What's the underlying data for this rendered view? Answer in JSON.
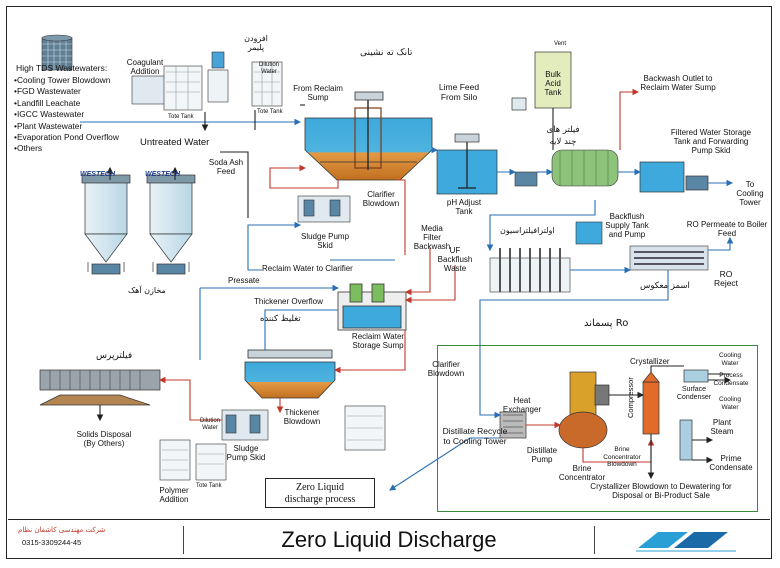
{
  "title": "Zero Liquid Discharge",
  "company": {
    "name": "شرکت مهندسی کاشفان نظام",
    "phone": "0315-3309244-45"
  },
  "logos": {
    "brand_left_1": "WESTECH",
    "brand_left_2": "WESTECH"
  },
  "zld_box": {
    "line1": "Zero Liquid",
    "line2": "discharge process"
  },
  "sources": {
    "heading": "High TDS Wastewaters:",
    "items": [
      "Cooling Tower Blowdown",
      "FGD Wastewater",
      "Landfill Leachate",
      "IGCC Wastewater",
      "Plant Wastewater",
      "Evaporation Pond Overflow",
      "Others"
    ]
  },
  "labels": {
    "coagulant": "Coagulant Addition",
    "tote_tank_1": "Tote Tank",
    "dilution_water_1": "Dilution Water",
    "tote_tank_2": "Tote Tank",
    "polymer_fa": "افزودن پلیمر",
    "untreated_water": "Untreated Water",
    "soda_ash": "Soda Ash Feed",
    "silos_fa": "مخازن آهک",
    "from_reclaim": "From Reclaim Sump",
    "settling_tank_fa": "تانک ته نشینی",
    "lime_feed": "Lime Feed From Silo",
    "clarifier_blowdown_1": "Clarifier Blowdown",
    "sludge_pump_skid_1": "Sludge Pump Skid",
    "ph_adjust": "pH Adjust Tank",
    "bulk_acid": "Bulk Acid Tank",
    "vent": "Vent",
    "multimedia_fa": "فیلتر های چند لایه",
    "backwash_outlet": "Backwash Outlet to Reclaim Water Sump",
    "filtered_water": "Filtered Water Storage Tank and Forwarding Pump Skid",
    "to_cooling_tower": "To Cooling Tower",
    "media_filter_backwash": "Media Filter Backwash",
    "uf_fa": "اولترافیلتراسیون",
    "backflush": "Backflush Supply Tank and Pump",
    "ro_permeate": "RO Permeate to Boiler Feed",
    "reclaim_to_clarifier": "Reclaim Water to Clarifier",
    "uf_backflush_waste": "UF Backflush Waste",
    "ro_fa": "اسمز معکوس",
    "ro_reject": "RO Reject",
    "pressate": "Pressate",
    "thickener_overflow": "Thickener Overflow",
    "thickener_fa": "تغلیظ کننده",
    "reclaim_sump": "Reclaim Water Storage Sump",
    "ro_residue_fa": "پسماند Ro",
    "filter_press_fa": "فیلترپرس",
    "clarifier_blowdown_2": "Clarifier Blowdown",
    "thickener_blowdown": "Thickener Blowdown",
    "solids_disposal": "Solids Disposal (By Others)",
    "dilution_water_2": "Dilution Water",
    "sludge_pump_skid_2": "Sludge Pump Skid",
    "polymer_addition": "Polymer Addition",
    "tote_tank_3": "Tote Tank",
    "distillate_recycle": "Distillate Recycle to Cooling Tower",
    "heat_exchanger": "Heat Exchanger",
    "distillate_pump": "Distillate Pump",
    "brine_concentrator": "Brine Concentrator",
    "compressor": "Compressor",
    "brine_conc_blowdown": "Brine Concentrator Blowdown",
    "crystallizer": "Crystallizer",
    "surface_condenser": "Surface Condenser",
    "cooling_water_1": "Cooling Water",
    "process_condensate": "Process Condensate",
    "cooling_water_2": "Cooling Water",
    "plant_steam": "Plant Steam",
    "prime_condensate": "Prime Condensate",
    "crystallizer_blowdown": "Crystallizer Blowdown to Dewatering for Disposal or Bi-Product Sale"
  },
  "colors": {
    "water": "#3da9dc",
    "sludge": "#d9852a",
    "equipment": "#a9cfe0",
    "flow_blue": "#2a6fb5",
    "flow_red": "#c0392b",
    "flow_green": "#3a8a3a"
  }
}
